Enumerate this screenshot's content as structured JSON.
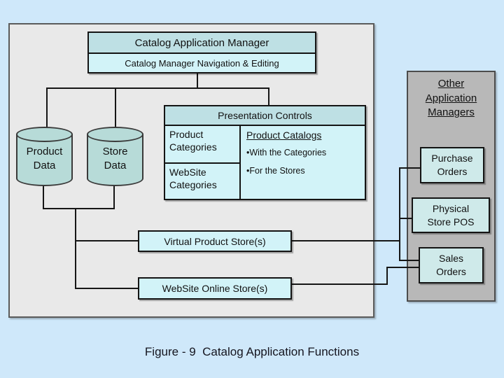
{
  "caption": "Figure - 9  Catalog Application Functions",
  "manager": {
    "title": "Catalog Application Manager",
    "subtitle": "Catalog Manager Navigation & Editing"
  },
  "datastores": {
    "product": {
      "line1": "Product",
      "line2": "Data"
    },
    "store": {
      "line1": "Store",
      "line2": "Data"
    }
  },
  "presentation": {
    "title": "Presentation Controls",
    "product_categories": "Product Categories",
    "website_categories": "WebSite Categories",
    "catalogs": {
      "title": "Product Catalogs",
      "bullet1": "•With the Categories",
      "bullet2": "•For the Stores"
    }
  },
  "stores": {
    "virtual": "Virtual Product Store(s)",
    "website": "WebSite Online Store(s)"
  },
  "external": {
    "title": {
      "line1": "Other",
      "line2": "Application",
      "line3": "Managers"
    },
    "purchase": {
      "line1": "Purchase",
      "line2": "Orders"
    },
    "physical": {
      "line1": "Physical",
      "line2": "Store POS"
    },
    "sales": {
      "line1": "Sales",
      "line2": "Orders"
    }
  },
  "colors": {
    "background": "#cfe8fa",
    "panel_fill": "#e9e9e9",
    "external_panel_fill": "#b8b8b8",
    "header_fill": "#bee0e4",
    "cell_fill": "#d2f3f8",
    "cylinder_fill": "#b7dbd8",
    "external_box_fill": "#cfeaea",
    "line_color": "#161616"
  }
}
